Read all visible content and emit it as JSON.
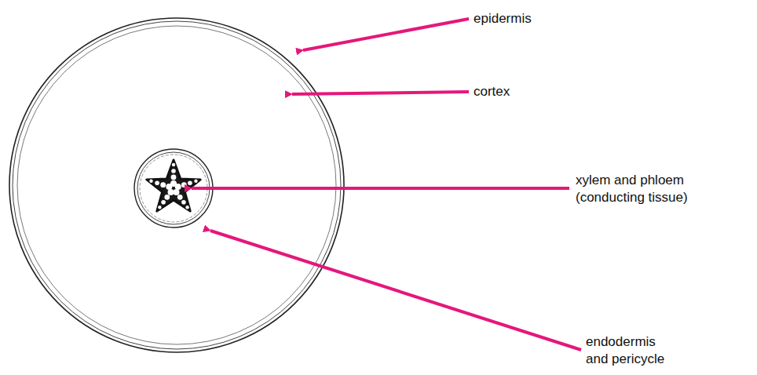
{
  "diagram": {
    "labels": [
      "epidermis",
      "cortex",
      "xylem and phloem (conducting tissue)",
      "endodermis and pericycle"
    ]
  }
}
